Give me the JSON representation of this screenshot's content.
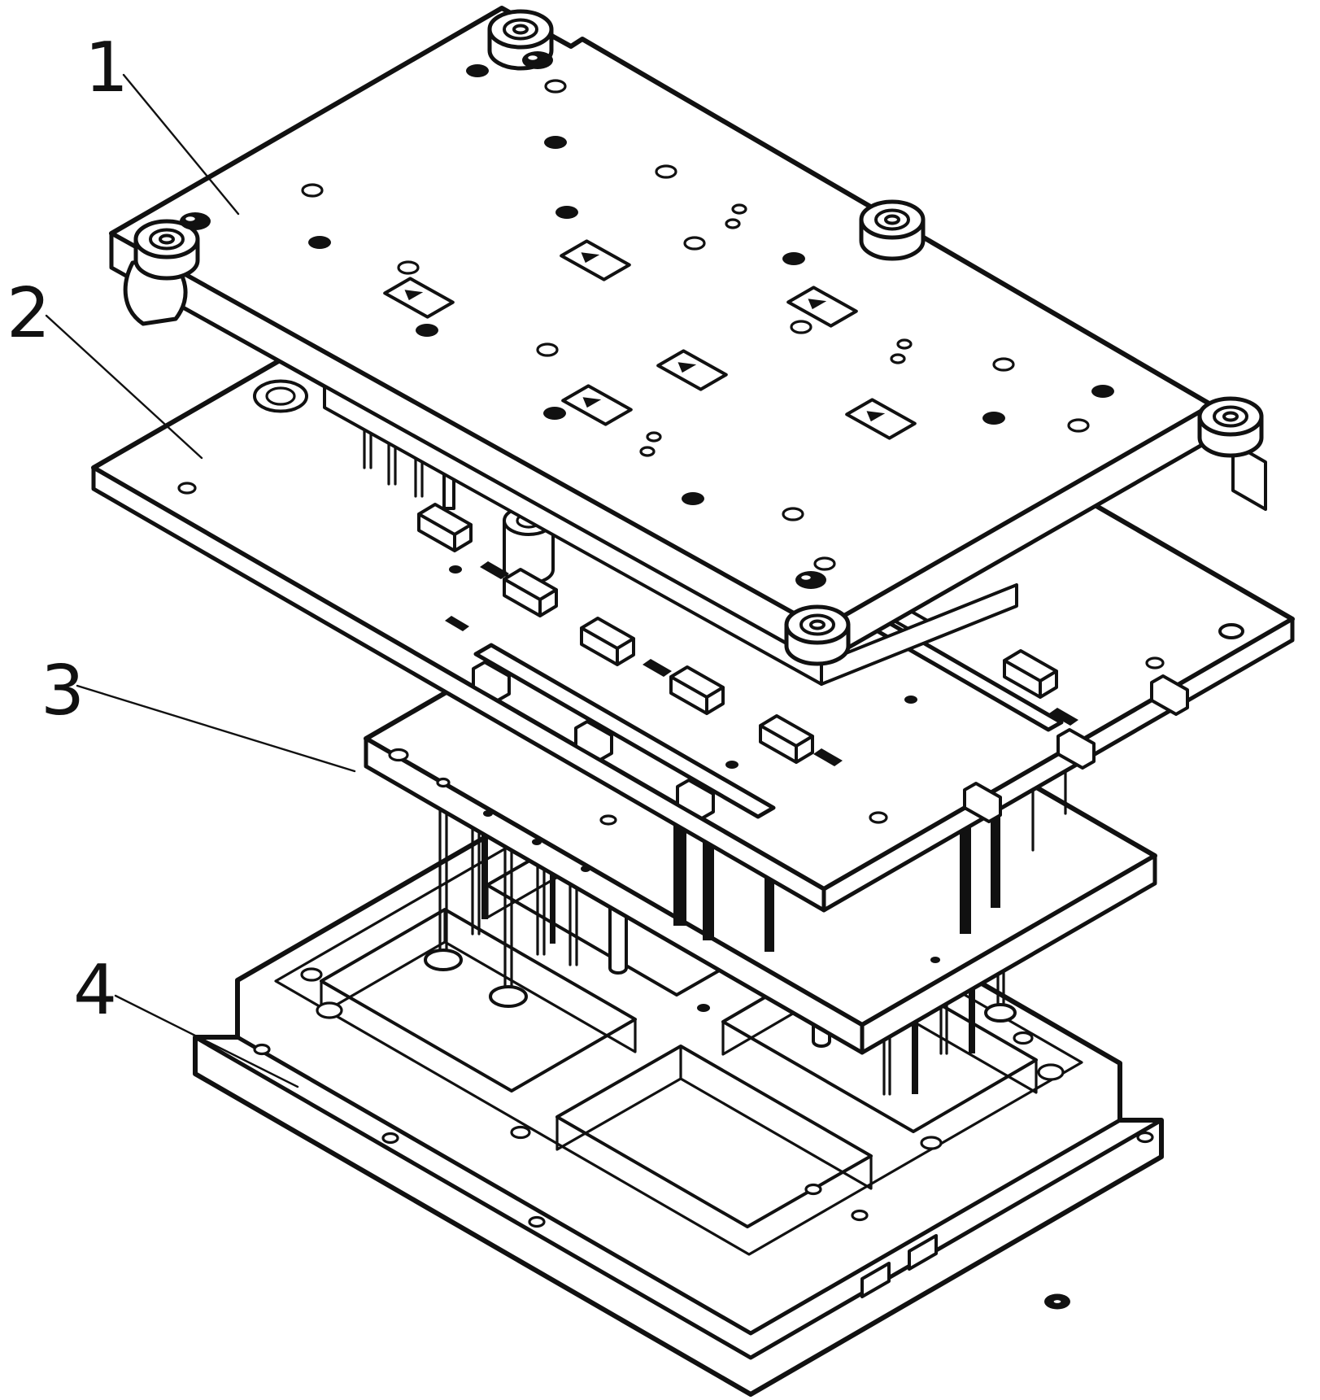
{
  "figure": {
    "type": "exploded-isometric-technical-drawing",
    "background_color": "#ffffff",
    "line_color": "#111111",
    "labels": [
      {
        "id": "part-1",
        "text": "1"
      },
      {
        "id": "part-2",
        "text": "2"
      },
      {
        "id": "part-3",
        "text": "3"
      },
      {
        "id": "part-4",
        "text": "4"
      }
    ]
  }
}
